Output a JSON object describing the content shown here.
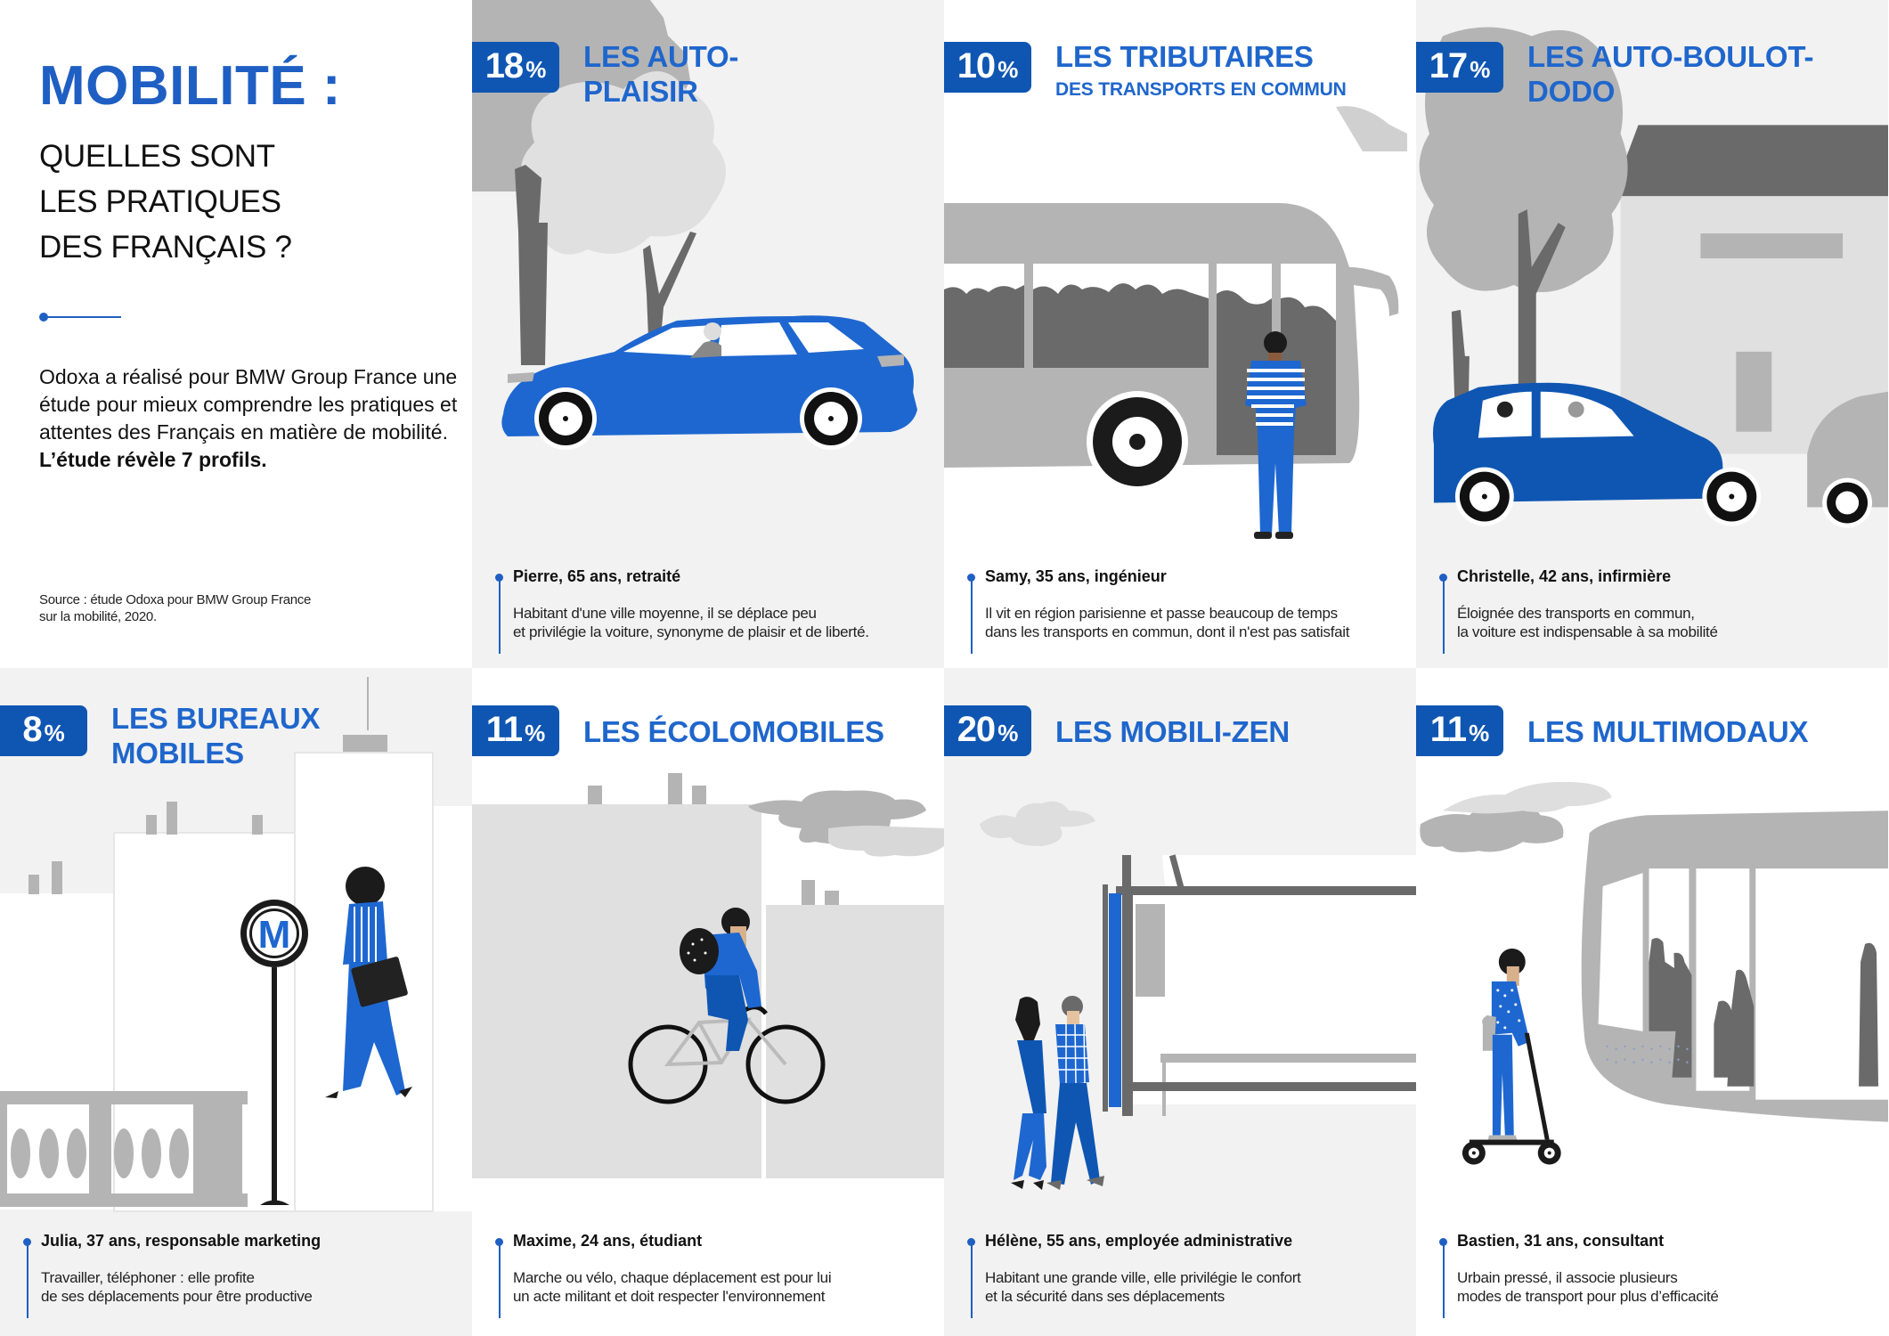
{
  "intro": {
    "title": "MOBILITÉ :",
    "subtitle": "QUELLES SONT\nLES PRATIQUES\nDES FRANÇAIS ?",
    "body": "Odoxa a réalisé pour BMW Group France une étude pour mieux comprendre les pratiques et attentes des Français en matière de mobilité.",
    "body_strong": "L’étude révèle 7 profils.",
    "source": "Source : étude Odoxa pour BMW Group France\nsur la mobilité, 2020.",
    "accent_color": "#1f5fc3"
  },
  "profiles": [
    {
      "percent": "18",
      "percent_sign": "%",
      "title": "LES AUTO-\nPLAISIR",
      "subtitle": "",
      "persona": "Pierre, 65 ans, retraité",
      "description": "Habitant d'une ville moyenne, il se déplace peu\net privilégie la voiture, synonyme de plaisir et de liberté.",
      "illustration": "car-icon"
    },
    {
      "percent": "10",
      "percent_sign": "%",
      "title": "LES TRIBUTAIRES",
      "subtitle": "DES TRANSPORTS EN COMMUN",
      "persona": "Samy, 35 ans, ingénieur",
      "description": "Il vit en région parisienne et passe beaucoup de temps\ndans les transports en commun, dont il n'est pas satisfait",
      "illustration": "bus-icon"
    },
    {
      "percent": "17",
      "percent_sign": "%",
      "title": "LES AUTO-BOULOT-\nDODO",
      "subtitle": "",
      "persona": "Christelle, 42 ans, infirmière",
      "description": "Éloignée des transports en commun,\nla voiture est indispensable à sa mobilité",
      "illustration": "car-icon"
    },
    {
      "percent": "8",
      "percent_sign": "%",
      "title": "LES BUREAUX\nMOBILES",
      "subtitle": "",
      "persona": "Julia, 37 ans, responsable marketing",
      "description": "Travailler, téléphoner : elle profite\nde ses déplacements pour être productive",
      "illustration": "metro-sign-icon",
      "metro_letter": "M"
    },
    {
      "percent": "11",
      "percent_sign": "%",
      "title": "LES ÉCOLOMOBILES",
      "subtitle": "",
      "persona": "Maxime, 24 ans, étudiant",
      "description": "Marche ou vélo, chaque déplacement est pour lui\nun acte militant et doit respecter l'environnement",
      "illustration": "bicycle-icon"
    },
    {
      "percent": "20",
      "percent_sign": "%",
      "title": "LES MOBILI-ZEN",
      "subtitle": "",
      "persona": "Hélène, 55 ans, employée administrative",
      "description": "Habitant une grande ville, elle privilégie le confort\net la sécurité dans ses déplacements",
      "illustration": "bus-stop-icon"
    },
    {
      "percent": "11",
      "percent_sign": "%",
      "title": "LES MULTIMODAUX",
      "subtitle": "",
      "persona": "Bastien, 31 ans, consultant",
      "description": "Urbain pressé, il associe plusieurs\nmodes de transport pour plus d’efficacité",
      "illustration": "scooter-tram-icon"
    }
  ],
  "colors": {
    "brand_blue": "#0f56b3",
    "title_blue": "#1f66cc",
    "illustration_blue": "#1e67d0",
    "panel_light": "#f2f2f2",
    "panel_white": "#ffffff",
    "grey_light": "#e0e0e0",
    "grey_mid": "#b4b4b4",
    "grey_dark": "#6a6a6a"
  }
}
